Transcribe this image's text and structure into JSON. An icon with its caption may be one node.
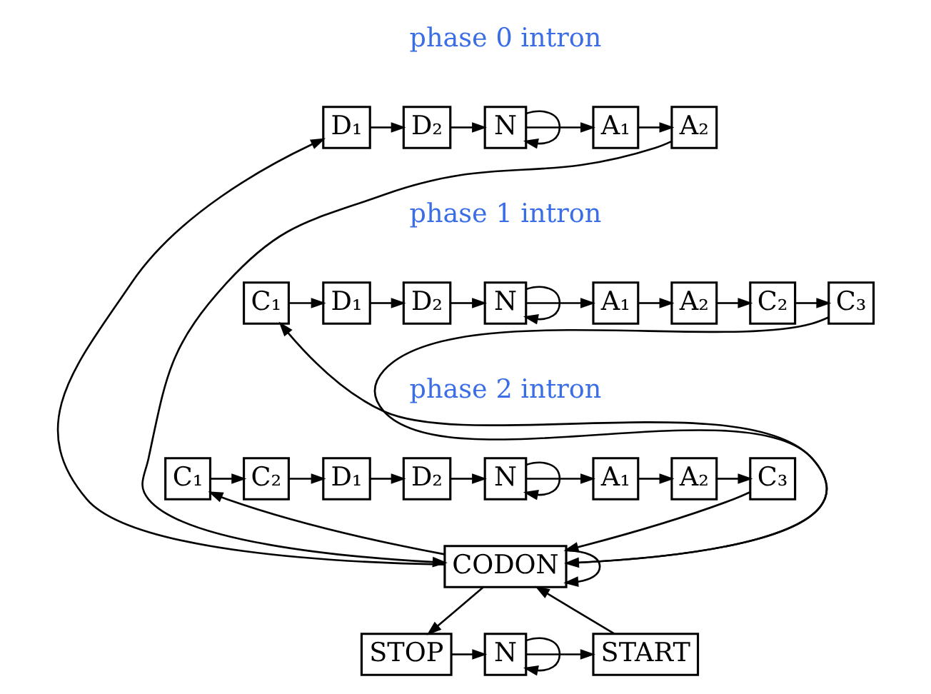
{
  "diagram": {
    "nodes": [
      {
        "text": [
          "D₁"
        ]
      },
      {
        "text": [
          "D₂"
        ]
      },
      {
        "text": [
          "N"
        ]
      },
      {
        "text": [
          "A₁"
        ]
      },
      {
        "text": [
          "A₂"
        ]
      },
      {
        "text": [
          "C₁"
        ]
      },
      {
        "text": [
          "D₁"
        ]
      },
      {
        "text": [
          "D₂"
        ]
      },
      {
        "text": [
          "N"
        ]
      },
      {
        "text": [
          "A₁"
        ]
      },
      {
        "text": [
          "A₂"
        ]
      },
      {
        "text": [
          "C₂"
        ]
      },
      {
        "text": [
          "C₃"
        ]
      },
      {
        "text": [
          "C₁"
        ]
      },
      {
        "text": [
          "C₂"
        ]
      },
      {
        "text": [
          "D₁"
        ]
      },
      {
        "text": [
          "D₂"
        ]
      },
      {
        "text": [
          "N"
        ]
      },
      {
        "text": [
          "A₁"
        ]
      },
      {
        "text": [
          "A₂"
        ]
      },
      {
        "text": [
          "C₃"
        ]
      },
      {
        "text": [
          "CODON"
        ]
      },
      {
        "text": [
          "STOP"
        ]
      },
      {
        "text": [
          "N"
        ]
      },
      {
        "text": [
          "START"
        ]
      }
    ],
    "edges": [
      {
        "from": 21,
        "to": 0,
        "arrow": "to"
      },
      {
        "from": 0,
        "to": 1,
        "arrow": "to"
      },
      {
        "from": 1,
        "to": 2,
        "arrow": "to"
      },
      {
        "from": 2,
        "to": 2,
        "arrow": "to"
      },
      {
        "from": 2,
        "to": 3,
        "arrow": "to"
      },
      {
        "from": 3,
        "to": 4,
        "arrow": "to"
      },
      {
        "from": 4,
        "to": 21,
        "arrow": "to"
      },
      {
        "from": 21,
        "to": 5,
        "arrow": "to"
      },
      {
        "from": 5,
        "to": 6,
        "arrow": "to"
      },
      {
        "from": 6,
        "to": 7,
        "arrow": "to"
      },
      {
        "from": 7,
        "to": 8,
        "arrow": "to"
      },
      {
        "from": 8,
        "to": 8,
        "arrow": "to"
      },
      {
        "from": 8,
        "to": 9,
        "arrow": "to"
      },
      {
        "from": 9,
        "to": 10,
        "arrow": "to"
      },
      {
        "from": 10,
        "to": 11,
        "arrow": "to"
      },
      {
        "from": 11,
        "to": 12,
        "arrow": "to"
      },
      {
        "from": 12,
        "to": 21,
        "arrow": "to"
      },
      {
        "from": 21,
        "to": 13,
        "arrow": "to"
      },
      {
        "from": 13,
        "to": 14,
        "arrow": "to"
      },
      {
        "from": 14,
        "to": 15,
        "arrow": "to"
      },
      {
        "from": 15,
        "to": 16,
        "arrow": "to"
      },
      {
        "from": 16,
        "to": 17,
        "arrow": "to"
      },
      {
        "from": 17,
        "to": 17,
        "arrow": "to"
      },
      {
        "from": 17,
        "to": 18,
        "arrow": "to"
      },
      {
        "from": 18,
        "to": 19,
        "arrow": "to"
      },
      {
        "from": 19,
        "to": 20,
        "arrow": "to"
      },
      {
        "from": 20,
        "to": 21,
        "arrow": "to"
      },
      {
        "from": 21,
        "to": 21,
        "arrow": "to"
      },
      {
        "from": 21,
        "to": 22,
        "arrow": "to"
      },
      {
        "from": 22,
        "to": 23,
        "arrow": "to"
      },
      {
        "from": 23,
        "to": 23,
        "arrow": "to"
      },
      {
        "from": 23,
        "to": 24,
        "arrow": "to"
      },
      {
        "from": 24,
        "to": 21,
        "arrow": "to"
      }
    ],
    "labels": [
      "phase 0 intron",
      "phase 1 intron",
      "phase 2 intron"
    ]
  }
}
